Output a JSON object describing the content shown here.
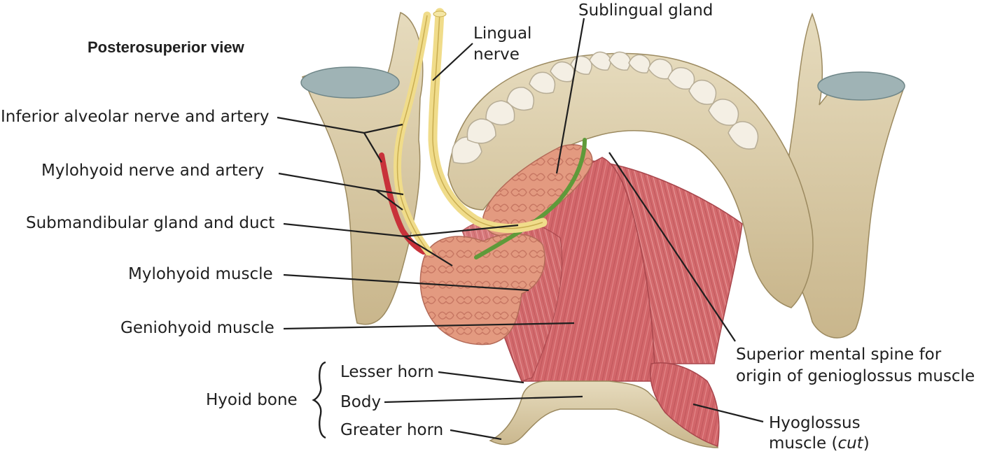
{
  "figure": {
    "view_title": "Posterosuperior view",
    "labels": {
      "lingual_nerve": "Lingual\nnerve",
      "sublingual_gland": "Sublingual gland",
      "inferior_alveolar": "Inferior alveolar nerve and artery",
      "mylohyoid_nerve": "Mylohyoid nerve and artery",
      "submandibular": "Submandibular gland and duct",
      "mylohyoid_muscle": "Mylohyoid muscle",
      "geniohyoid_muscle": "Geniohyoid muscle",
      "mental_spine": "Superior mental spine for\norigin of genioglossus muscle",
      "hyoid_bone": "Hyoid bone",
      "lesser_horn": "Lesser horn",
      "body": "Body",
      "greater_horn": "Greater horn",
      "hyoglossus_main": "Hyoglossus",
      "hyoglossus_muscle_word": "muscle (",
      "hyoglossus_cut": "cut",
      "hyoglossus_close": ")"
    },
    "colors": {
      "bone": "#ddd0ae",
      "bone_shadow": "#b9a67e",
      "cartilage": "#9fb3b5",
      "muscle": "#d2666a",
      "muscle_light": "#e58a8c",
      "gland": "#e39a80",
      "nerve": "#f0dc8a",
      "artery": "#c8323a",
      "duct": "#5f9a3a",
      "tooth": "#f4efe4"
    }
  }
}
